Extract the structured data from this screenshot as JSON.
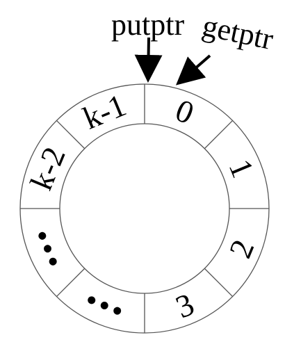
{
  "pointers": {
    "put": {
      "label": "putptr"
    },
    "get": {
      "label": "getptr"
    }
  },
  "ring": {
    "slots": [
      {
        "label": "0"
      },
      {
        "label": "1"
      },
      {
        "label": "2"
      },
      {
        "label": "3"
      },
      {
        "label": "",
        "ellipsis": true
      },
      {
        "label": "",
        "ellipsis": true
      },
      {
        "label": "k-2"
      },
      {
        "label": "k-1"
      }
    ]
  },
  "colors": {
    "line": "#555555",
    "text": "#000000",
    "background": "#ffffff"
  }
}
